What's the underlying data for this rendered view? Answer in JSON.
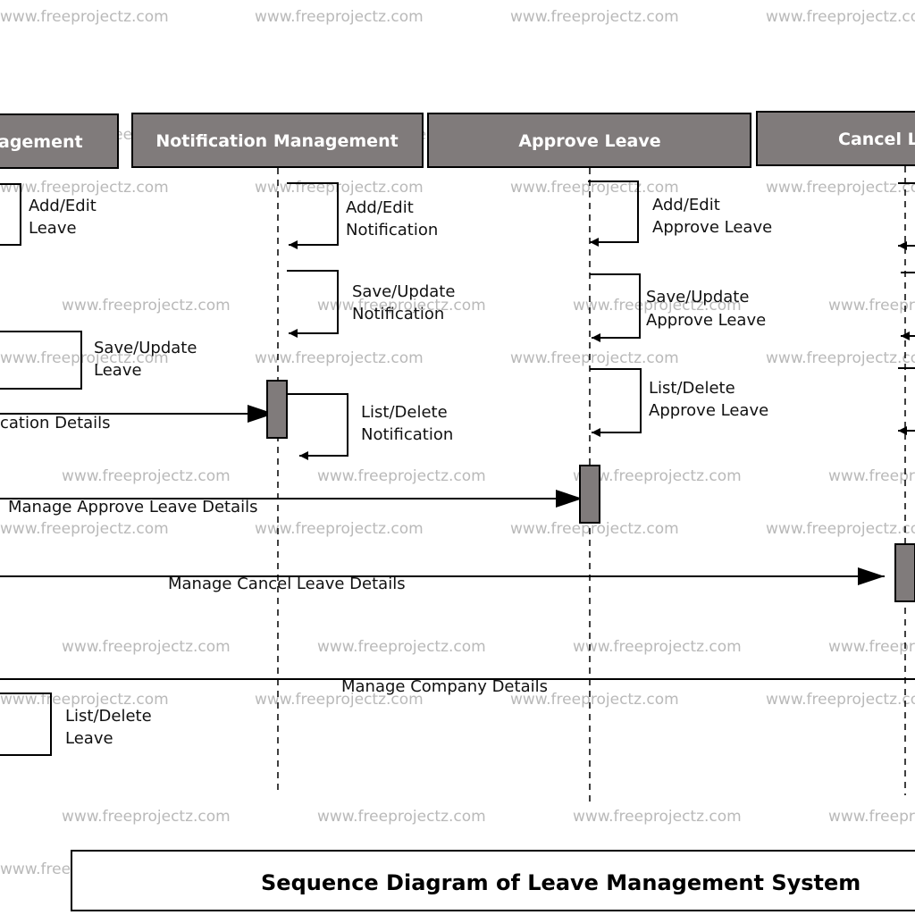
{
  "title": "Sequence Diagram of Leave Management System",
  "watermark": "www.freeprojectz.com",
  "colors": {
    "header_fill": "#807b7b",
    "activation_fill": "#807b7b",
    "line": "#000000"
  },
  "lifelines": [
    {
      "id": "leave",
      "label": "agement"
    },
    {
      "id": "notification",
      "label": "Notification Management"
    },
    {
      "id": "approve",
      "label": "Approve Leave"
    },
    {
      "id": "cancel",
      "label": "Cancel Leave"
    }
  ],
  "self_messages": {
    "leave_add_edit": [
      "Add/Edit",
      "Leave"
    ],
    "leave_save_update": [
      "Save/Update",
      "Leave"
    ],
    "leave_list_delete": [
      "List/Delete",
      "Leave"
    ],
    "notif_add_edit": [
      "Add/Edit",
      "Notification"
    ],
    "notif_save_update": [
      "Save/Update",
      "Notification"
    ],
    "notif_list_delete": [
      "List/Delete",
      "Notification"
    ],
    "approve_add_edit": [
      "Add/Edit",
      "Approve Leave"
    ],
    "approve_save_update": [
      "Save/Update",
      "Approve Leave"
    ],
    "approve_list_delete": [
      "List/Delete",
      "Approve Leave"
    ]
  },
  "messages": {
    "notification_details": "cation Details",
    "approve_details": "Manage Approve Leave Details",
    "cancel_details": "Manage Cancel Leave Details",
    "company_details": "Manage Company Details"
  }
}
